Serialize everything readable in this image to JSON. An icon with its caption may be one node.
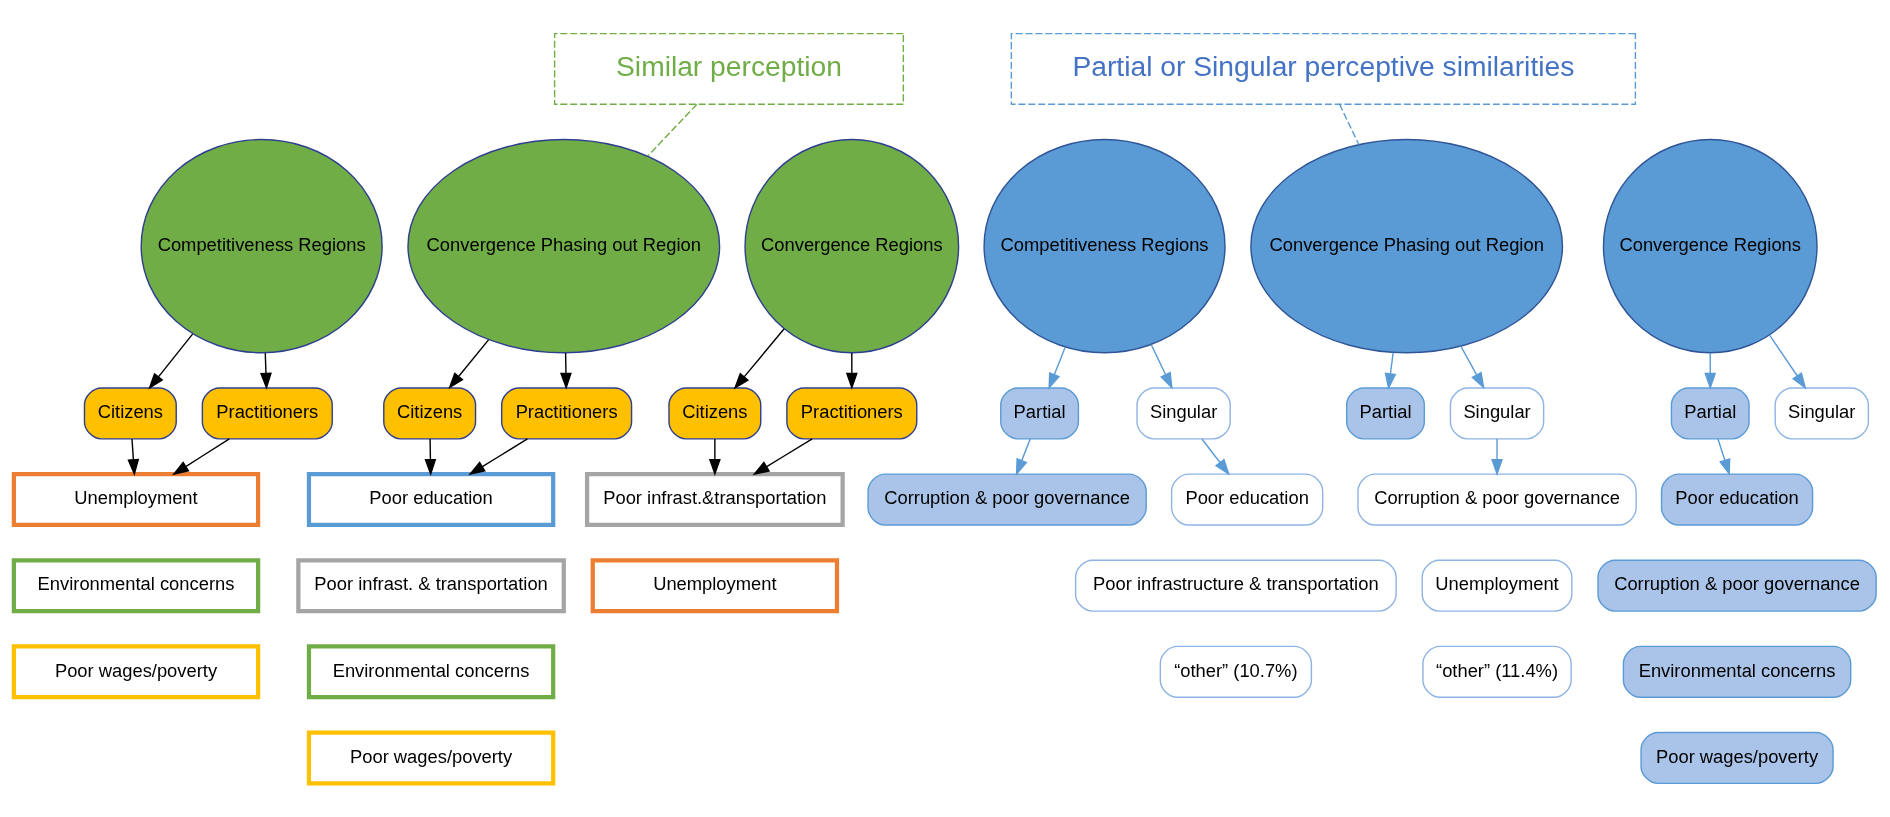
{
  "diagram": {
    "nodes": [
      {
        "text": [
          "Similar perception"
        ]
      },
      {
        "text": [
          "Competitiveness Regions"
        ]
      },
      {
        "text": [
          "Convergence Phasing out Region"
        ]
      },
      {
        "text": [
          "Convergence Regions"
        ]
      },
      {
        "text": [
          "Citizens"
        ]
      },
      {
        "text": [
          "Practitioners"
        ]
      },
      {
        "text": [
          "Citizens"
        ]
      },
      {
        "text": [
          "Practitioners"
        ]
      },
      {
        "text": [
          "Citizens"
        ]
      },
      {
        "text": [
          "Practitioners"
        ]
      },
      {
        "text": [
          "Unemployment"
        ]
      },
      {
        "text": [
          "Environmental concerns"
        ]
      },
      {
        "text": [
          "Poor wages/poverty"
        ]
      },
      {
        "text": [
          "Poor education"
        ]
      },
      {
        "text": [
          "Poor infrast. & transportation"
        ]
      },
      {
        "text": [
          "Environmental concerns"
        ]
      },
      {
        "text": [
          "Poor wages/poverty"
        ]
      },
      {
        "text": [
          "Poor infrast.&transportation"
        ]
      },
      {
        "text": [
          "Unemployment"
        ]
      },
      {
        "text": [
          "Partial or Singular perceptive similarities"
        ]
      },
      {
        "text": [
          "Competitiveness Regions"
        ]
      },
      {
        "text": [
          "Convergence Phasing out Region"
        ]
      },
      {
        "text": [
          "Convergence Regions"
        ]
      },
      {
        "text": [
          "Partial"
        ]
      },
      {
        "text": [
          "Singular"
        ]
      },
      {
        "text": [
          "Partial"
        ]
      },
      {
        "text": [
          "Singular"
        ]
      },
      {
        "text": [
          "Partial"
        ]
      },
      {
        "text": [
          "Singular"
        ]
      },
      {
        "text": [
          "Corruption & poor governance"
        ]
      },
      {
        "text": [
          "Poor education"
        ]
      },
      {
        "text": [
          "Poor infrastructure & transportation"
        ]
      },
      {
        "text": [
          "“other” (10.7%)"
        ]
      },
      {
        "text": [
          "Corruption & poor governance"
        ]
      },
      {
        "text": [
          "Unemployment"
        ]
      },
      {
        "text": [
          "“other” (11.4%)"
        ]
      },
      {
        "text": [
          "Poor education"
        ]
      },
      {
        "text": [
          "Corruption & poor governance"
        ]
      },
      {
        "text": [
          "Environmental concerns"
        ]
      },
      {
        "text": [
          "Poor wages/poverty"
        ]
      }
    ],
    "edges": [
      {
        "from": 0,
        "to": 2,
        "arrow": "none",
        "style": "dashed",
        "color": "#70ad47"
      },
      {
        "from": 1,
        "to": 4,
        "arrow": "to"
      },
      {
        "from": 1,
        "to": 5,
        "arrow": "to"
      },
      {
        "from": 4,
        "to": 10,
        "arrow": "to"
      },
      {
        "from": 5,
        "to": 10,
        "arrow": "to"
      },
      {
        "from": 2,
        "to": 6,
        "arrow": "to"
      },
      {
        "from": 2,
        "to": 7,
        "arrow": "to"
      },
      {
        "from": 6,
        "to": 13,
        "arrow": "to"
      },
      {
        "from": 7,
        "to": 13,
        "arrow": "to"
      },
      {
        "from": 3,
        "to": 8,
        "arrow": "to"
      },
      {
        "from": 3,
        "to": 9,
        "arrow": "to"
      },
      {
        "from": 8,
        "to": 17,
        "arrow": "to"
      },
      {
        "from": 9,
        "to": 17,
        "arrow": "to"
      },
      {
        "from": 19,
        "to": 21,
        "arrow": "none",
        "style": "dashed",
        "color": "#5b9bd5"
      },
      {
        "from": 20,
        "to": 23,
        "arrow": "to",
        "color": "#5b9bd5"
      },
      {
        "from": 20,
        "to": 24,
        "arrow": "to",
        "color": "#5b9bd5"
      },
      {
        "from": 21,
        "to": 25,
        "arrow": "to",
        "color": "#5b9bd5"
      },
      {
        "from": 21,
        "to": 26,
        "arrow": "to",
        "color": "#5b9bd5"
      },
      {
        "from": 22,
        "to": 27,
        "arrow": "to",
        "color": "#5b9bd5"
      },
      {
        "from": 22,
        "to": 28,
        "arrow": "to",
        "color": "#5b9bd5"
      },
      {
        "from": 23,
        "to": 29,
        "arrow": "to",
        "color": "#5b9bd5"
      },
      {
        "from": 24,
        "to": 30,
        "arrow": "to",
        "color": "#5b9bd5"
      },
      {
        "from": 26,
        "to": 33,
        "arrow": "to",
        "color": "#5b9bd5"
      },
      {
        "from": 27,
        "to": 36,
        "arrow": "to",
        "color": "#5b9bd5"
      }
    ]
  }
}
